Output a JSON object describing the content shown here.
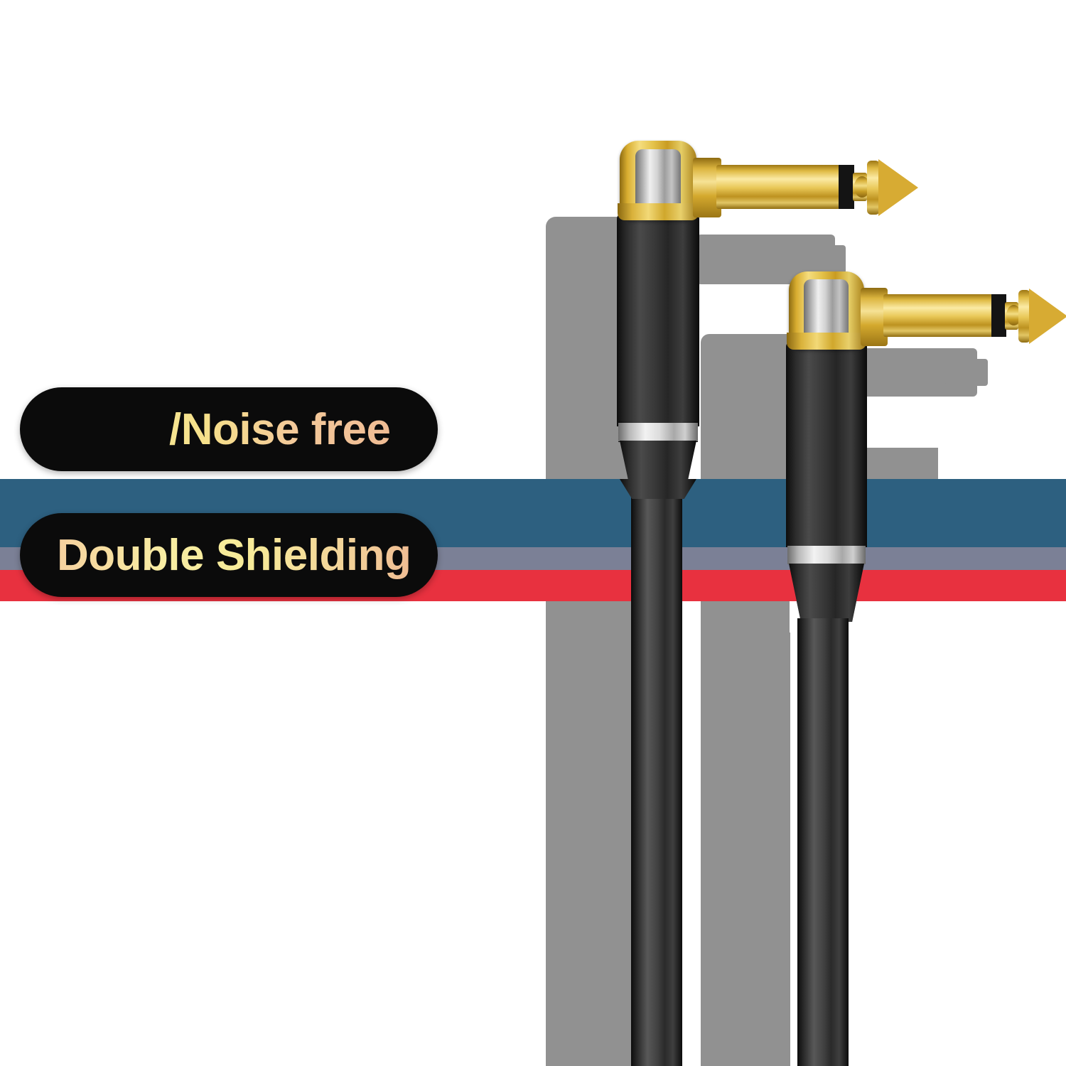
{
  "product": {
    "type": "audio-cable-product-photo",
    "description": "Right-angle 6.35mm TS gold-plated instrument cable with two connectors",
    "background_color": "#ffffff"
  },
  "badges": [
    {
      "id": "noise-free",
      "label": "/Noise free",
      "background_color": "#0b0b0b",
      "text_gradient_from": "#fbf5a8",
      "text_gradient_to": "#f0bc94"
    },
    {
      "id": "double-shielding",
      "label": "Double Shielding",
      "background_color": "#0b0b0b",
      "text_gradient_from": "#f4c49c",
      "text_gradient_to": "#f0bd93"
    }
  ],
  "color_band": {
    "stripes": [
      {
        "name": "blue-stripe",
        "color": "#2d6080"
      },
      {
        "name": "gray-stripe",
        "color": "#7b8096"
      },
      {
        "name": "red-stripe",
        "color": "#e8313f"
      }
    ]
  },
  "connectors": [
    {
      "id": "connector-front",
      "name": "right-angle-jack-front",
      "plating": "gold",
      "head_finish": "chrome",
      "barrel_color": "#1a1a1a",
      "ring_color": "#e8e8e8"
    },
    {
      "id": "connector-back",
      "name": "right-angle-jack-back",
      "plating": "gold",
      "head_finish": "chrome",
      "barrel_color": "#1a1a1a",
      "ring_color": "#e8e8e8"
    }
  ],
  "shadows": {
    "color": "#919191",
    "note": "blurred gray silhouettes of connectors behind the product"
  }
}
